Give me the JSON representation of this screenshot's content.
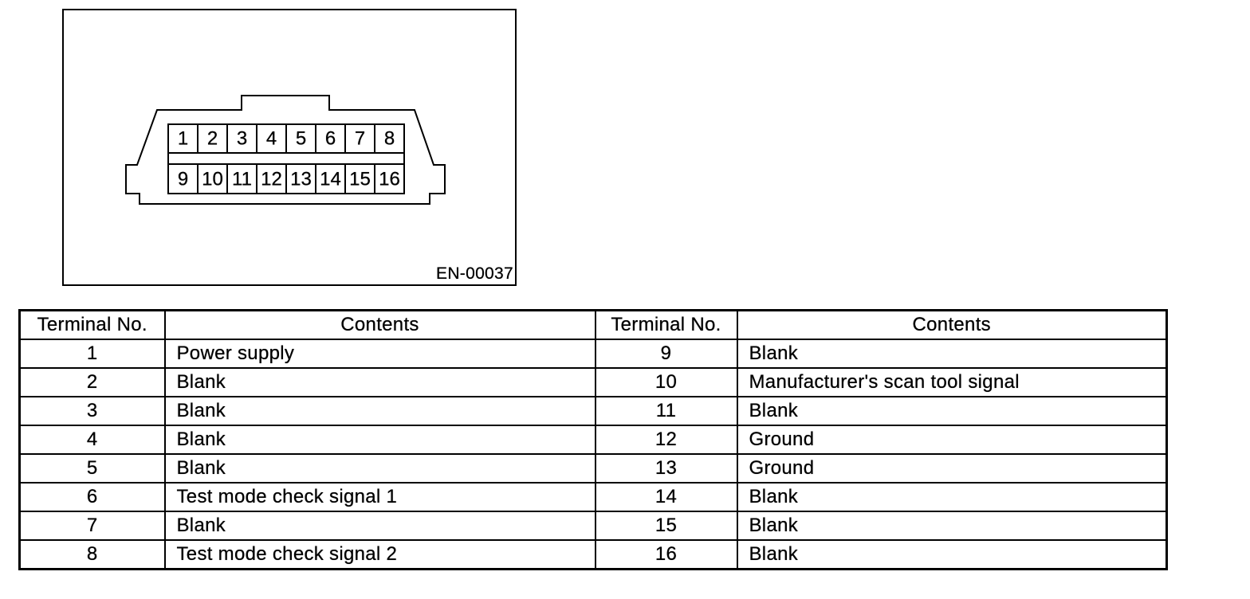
{
  "figure": {
    "code": "EN-00037",
    "connector": {
      "top_row_pins": [
        "1",
        "2",
        "3",
        "4",
        "5",
        "6",
        "7",
        "8"
      ],
      "bottom_row_pins": [
        "9",
        "10",
        "11",
        "12",
        "13",
        "14",
        "15",
        "16"
      ]
    }
  },
  "table": {
    "headers": [
      "Terminal No.",
      "Contents",
      "Terminal No.",
      "Contents"
    ],
    "rows": [
      {
        "terminal_left": "1",
        "contents_left": "Power supply",
        "terminal_right": "9",
        "contents_right": "Blank"
      },
      {
        "terminal_left": "2",
        "contents_left": "Blank",
        "terminal_right": "10",
        "contents_right": "Manufacturer's scan tool signal"
      },
      {
        "terminal_left": "3",
        "contents_left": "Blank",
        "terminal_right": "11",
        "contents_right": "Blank"
      },
      {
        "terminal_left": "4",
        "contents_left": "Blank",
        "terminal_right": "12",
        "contents_right": "Ground"
      },
      {
        "terminal_left": "5",
        "contents_left": "Blank",
        "terminal_right": "13",
        "contents_right": "Ground"
      },
      {
        "terminal_left": "6",
        "contents_left": "Test mode check signal 1",
        "terminal_right": "14",
        "contents_right": "Blank"
      },
      {
        "terminal_left": "7",
        "contents_left": "Blank",
        "terminal_right": "15",
        "contents_right": "Blank"
      },
      {
        "terminal_left": "8",
        "contents_left": "Test mode check signal 2",
        "terminal_right": "16",
        "contents_right": "Blank"
      }
    ]
  },
  "colors": {
    "ink": "#000000",
    "paper": "#ffffff"
  }
}
